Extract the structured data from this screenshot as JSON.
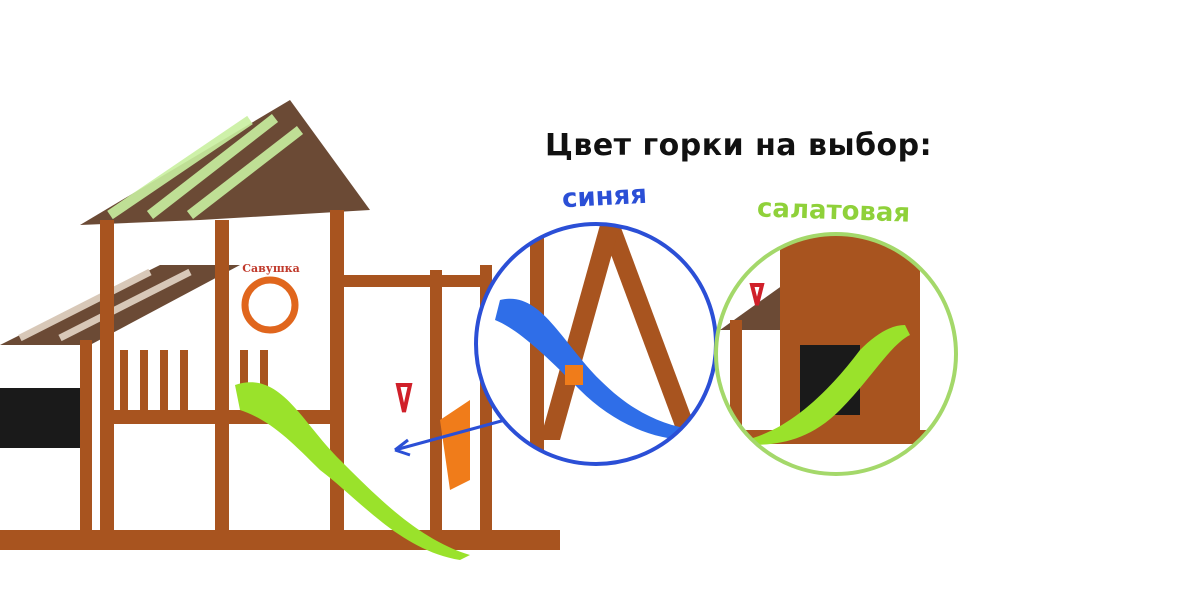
{
  "heading": "Цвет горки на выбор:",
  "options": [
    {
      "label": "синяя",
      "color": "#2b4fd6"
    },
    {
      "label": "салатовая",
      "color": "#8fd13a"
    }
  ],
  "logo_sign": "Савушка",
  "colors": {
    "wood": "#a8541f",
    "slide_green": "#9ae22b",
    "slide_blue": "#2f6ee8"
  }
}
